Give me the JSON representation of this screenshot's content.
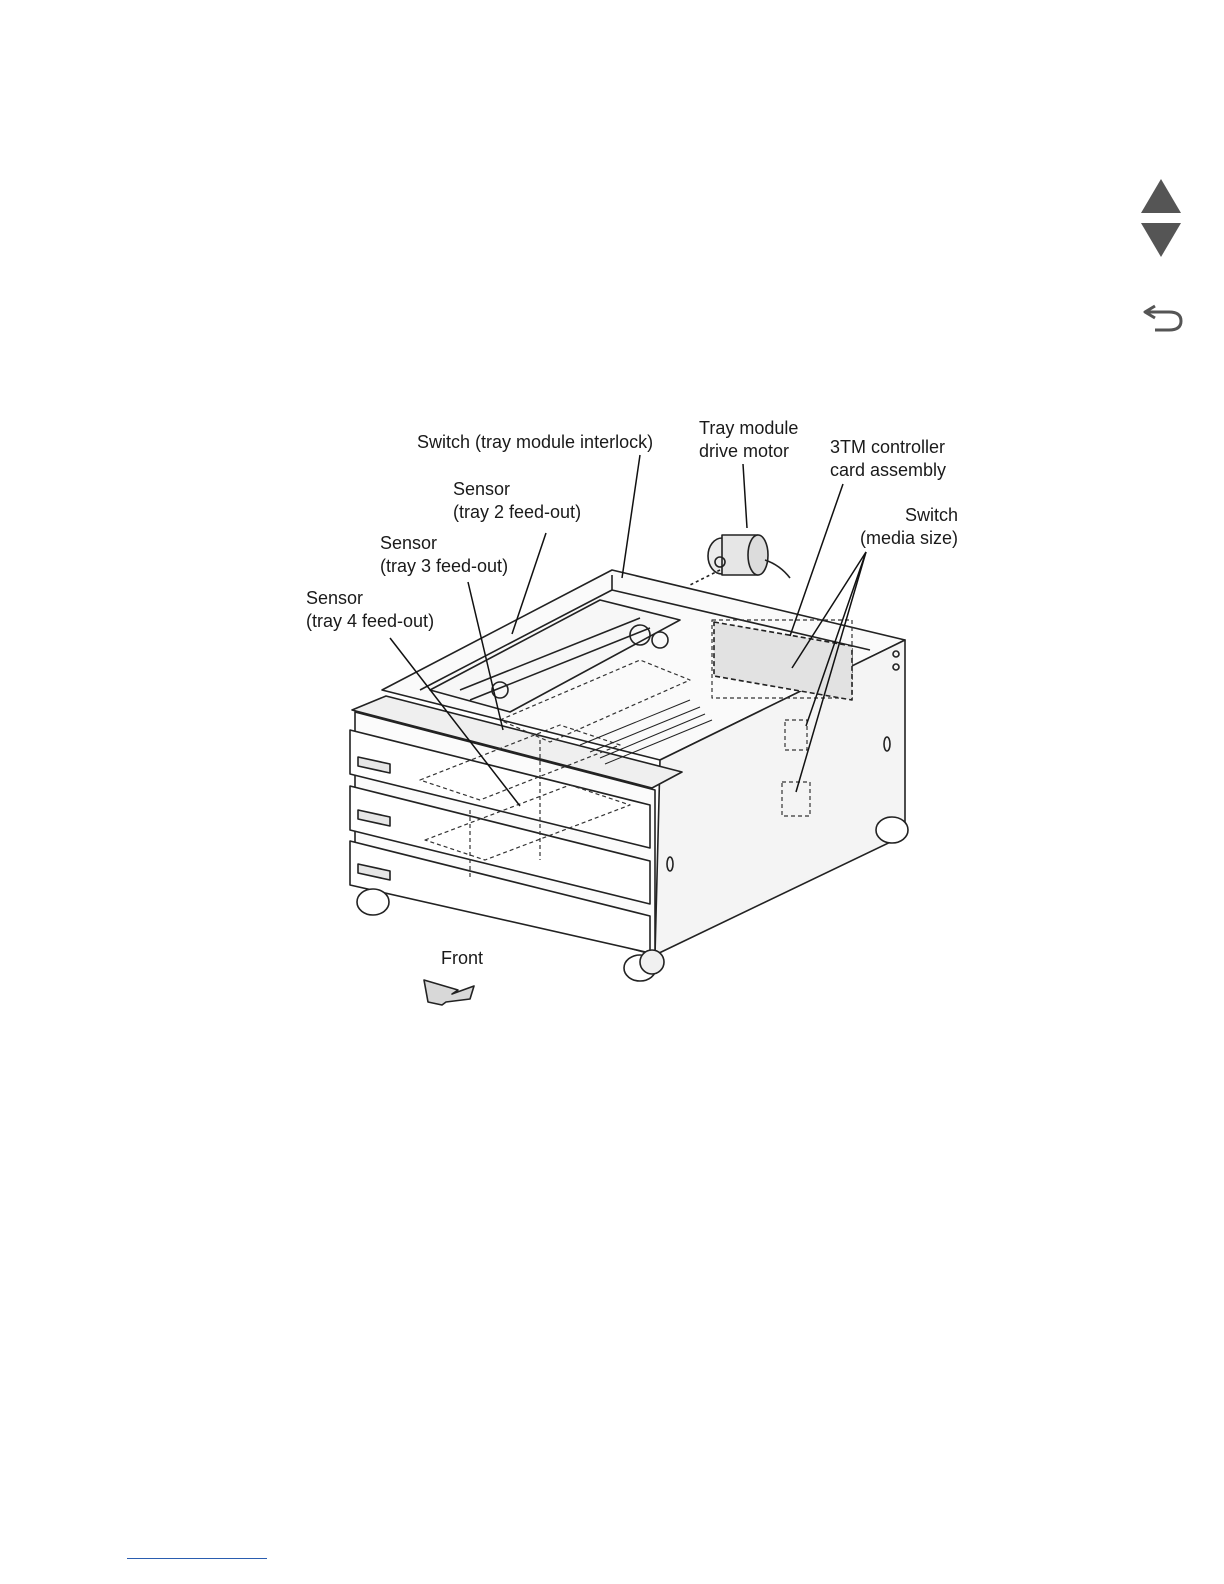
{
  "nav": {
    "prev_icon": "triangle-up-icon",
    "next_icon": "triangle-down-icon",
    "back_icon": "return-arrow-icon",
    "icon_color": "#555555"
  },
  "diagram": {
    "labels": {
      "interlock_switch": "Switch (tray module interlock)",
      "drive_motor_line1": "Tray module",
      "drive_motor_line2": "drive motor",
      "controller_line1": "3TM controller",
      "controller_line2": "card assembly",
      "tray2_sensor_line1": "Sensor",
      "tray2_sensor_line2": "(tray 2 feed-out)",
      "tray3_sensor_line1": "Sensor",
      "tray3_sensor_line2": "(tray 3 feed-out)",
      "tray4_sensor_line1": "Sensor",
      "tray4_sensor_line2": "(tray 4 feed-out)",
      "media_switch_line1": "Switch",
      "media_switch_line2": "(media size)",
      "front": "Front"
    }
  }
}
